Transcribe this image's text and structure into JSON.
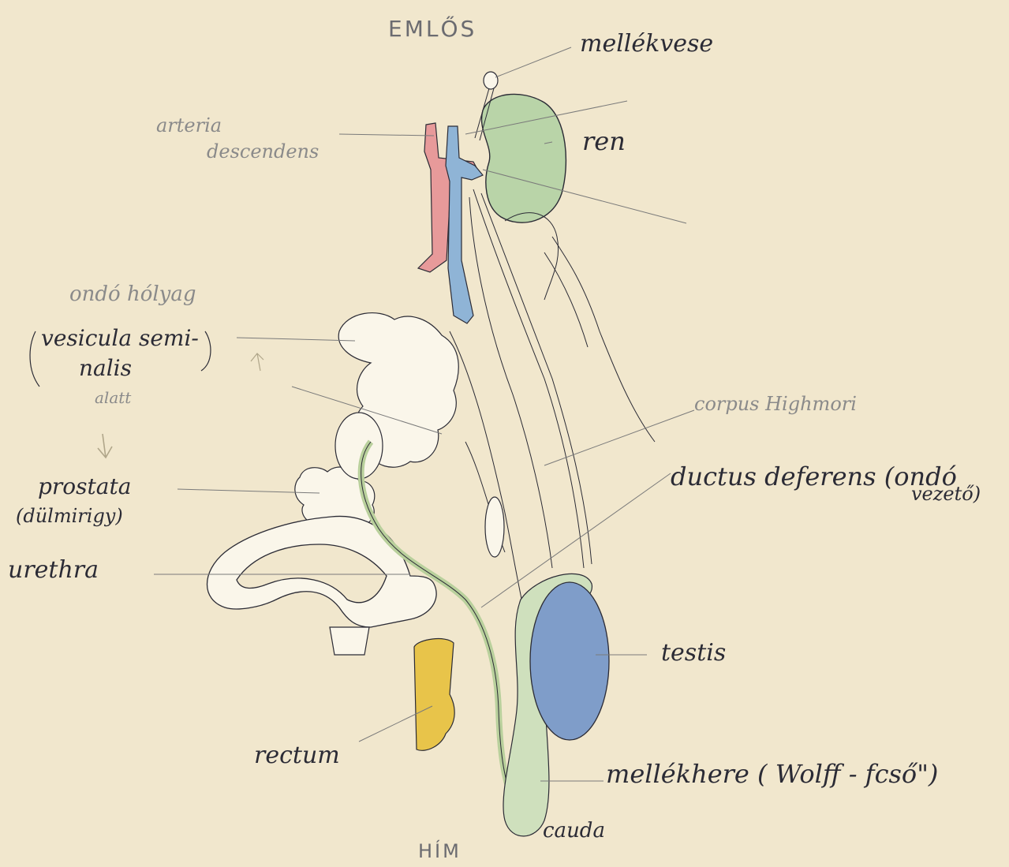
{
  "title": "EMLŐS",
  "bottom_title": "HÍM",
  "labels": {
    "mellekvese": "mellékvese",
    "arteria": "arteria",
    "descendens": "descendens",
    "ren": "ren",
    "ondohofag": "ondó hólyag",
    "vesicula": "vesicula semi-",
    "nalis": "nalis",
    "alatt": "alatt",
    "prostata": "prostata",
    "duelmirigy": "(dülmirigy)",
    "corpus_highmori": "corpus Highmori",
    "ductus_deferens": "ductus deferens (ondó",
    "vezeto": "vezető)",
    "urethra": "urethra",
    "testis": "testis",
    "rectum": "rectum",
    "mellekhere": "mellékhere ( Wolff - fcső\")",
    "cauda": "cauda"
  },
  "colors": {
    "paper": "#f1e7cd",
    "ink": "#2b2b35",
    "kidney": "#b9d4a8",
    "artery": "#e79a9a",
    "vein": "#8fb4d6",
    "testis": "#7f9dc9",
    "rectum": "#e8c44a",
    "ductus": "#b9d09c"
  },
  "icons": {
    "arrow_down": "down-arrow-icon",
    "arrow_up": "up-arrow-icon"
  }
}
